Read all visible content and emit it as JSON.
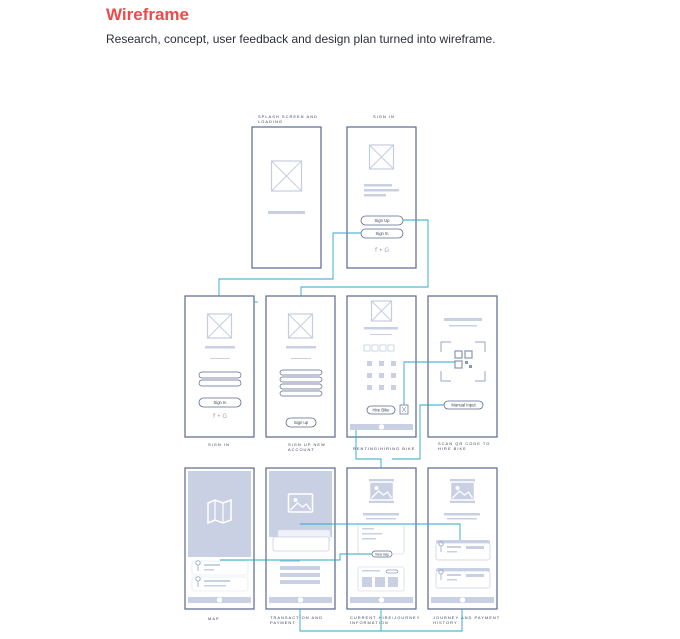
{
  "header": {
    "title": "Wireframe",
    "subtitle": "Research, concept, user feedback and design plan turned into wireframe."
  },
  "colors": {
    "accent": "#ef4a4a",
    "frame": "#5b6890",
    "placeholder": "#c9d0e3",
    "connector": "#2aa7c9"
  },
  "screens": {
    "splash": {
      "label_line1": "SPLASH SCREEN AND",
      "label_line2": "LOADING"
    },
    "signin_top": {
      "label_line1": "SIGN IN",
      "button_signup": "Sign Up",
      "button_signin": "Sign In",
      "social_icons": "f • G"
    },
    "signin": {
      "label_line1": "SIGN IN",
      "button": "Sign In",
      "social_icons": "f • G"
    },
    "signup": {
      "label_line1": "SIGN UP NEW",
      "label_line2": "ACCOUNT",
      "button": "Sign up"
    },
    "renting": {
      "label_line1": "RENTING/HIRING BIKE",
      "button": "Hire Bike"
    },
    "scan": {
      "label_line1": "SCAN QR CODE TO",
      "label_line2": "HIRE BIKE",
      "button": "Manual Input"
    },
    "map": {
      "label_line1": "MAP"
    },
    "transaction": {
      "label_line1": "TRANSACTION AND",
      "label_line2": "PAYMENT"
    },
    "current": {
      "label_line1": "CURRENT HIRE/JOURNEY",
      "label_line2": "INFORMATION",
      "button": "View map"
    },
    "history": {
      "label_line1": "JOURNEY AND PAYMENT",
      "label_line2": "HISTORY"
    }
  }
}
